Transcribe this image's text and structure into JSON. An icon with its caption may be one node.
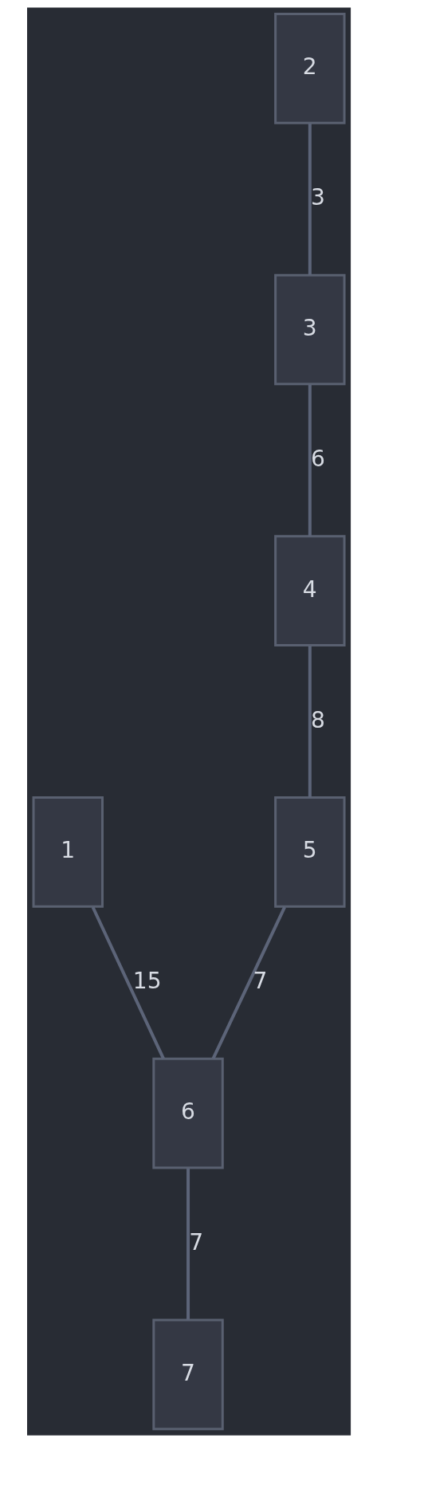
{
  "diagram": {
    "nodes": [
      {
        "text": [
          "2"
        ]
      },
      {
        "text": [
          "3"
        ]
      },
      {
        "text": [
          "4"
        ]
      },
      {
        "text": [
          "1"
        ]
      },
      {
        "text": [
          "5"
        ]
      },
      {
        "text": [
          "6"
        ]
      },
      {
        "text": [
          "7"
        ]
      }
    ],
    "edges": [
      {
        "from": 0,
        "to": 1,
        "arrow": "none",
        "label": "3"
      },
      {
        "from": 1,
        "to": 2,
        "arrow": "none",
        "label": "6"
      },
      {
        "from": 2,
        "to": 4,
        "arrow": "none",
        "label": "8"
      },
      {
        "from": 3,
        "to": 5,
        "arrow": "none",
        "label": "15"
      },
      {
        "from": 4,
        "to": 5,
        "arrow": "none",
        "label": "7"
      },
      {
        "from": 5,
        "to": 6,
        "arrow": "none",
        "label": "7"
      }
    ]
  }
}
